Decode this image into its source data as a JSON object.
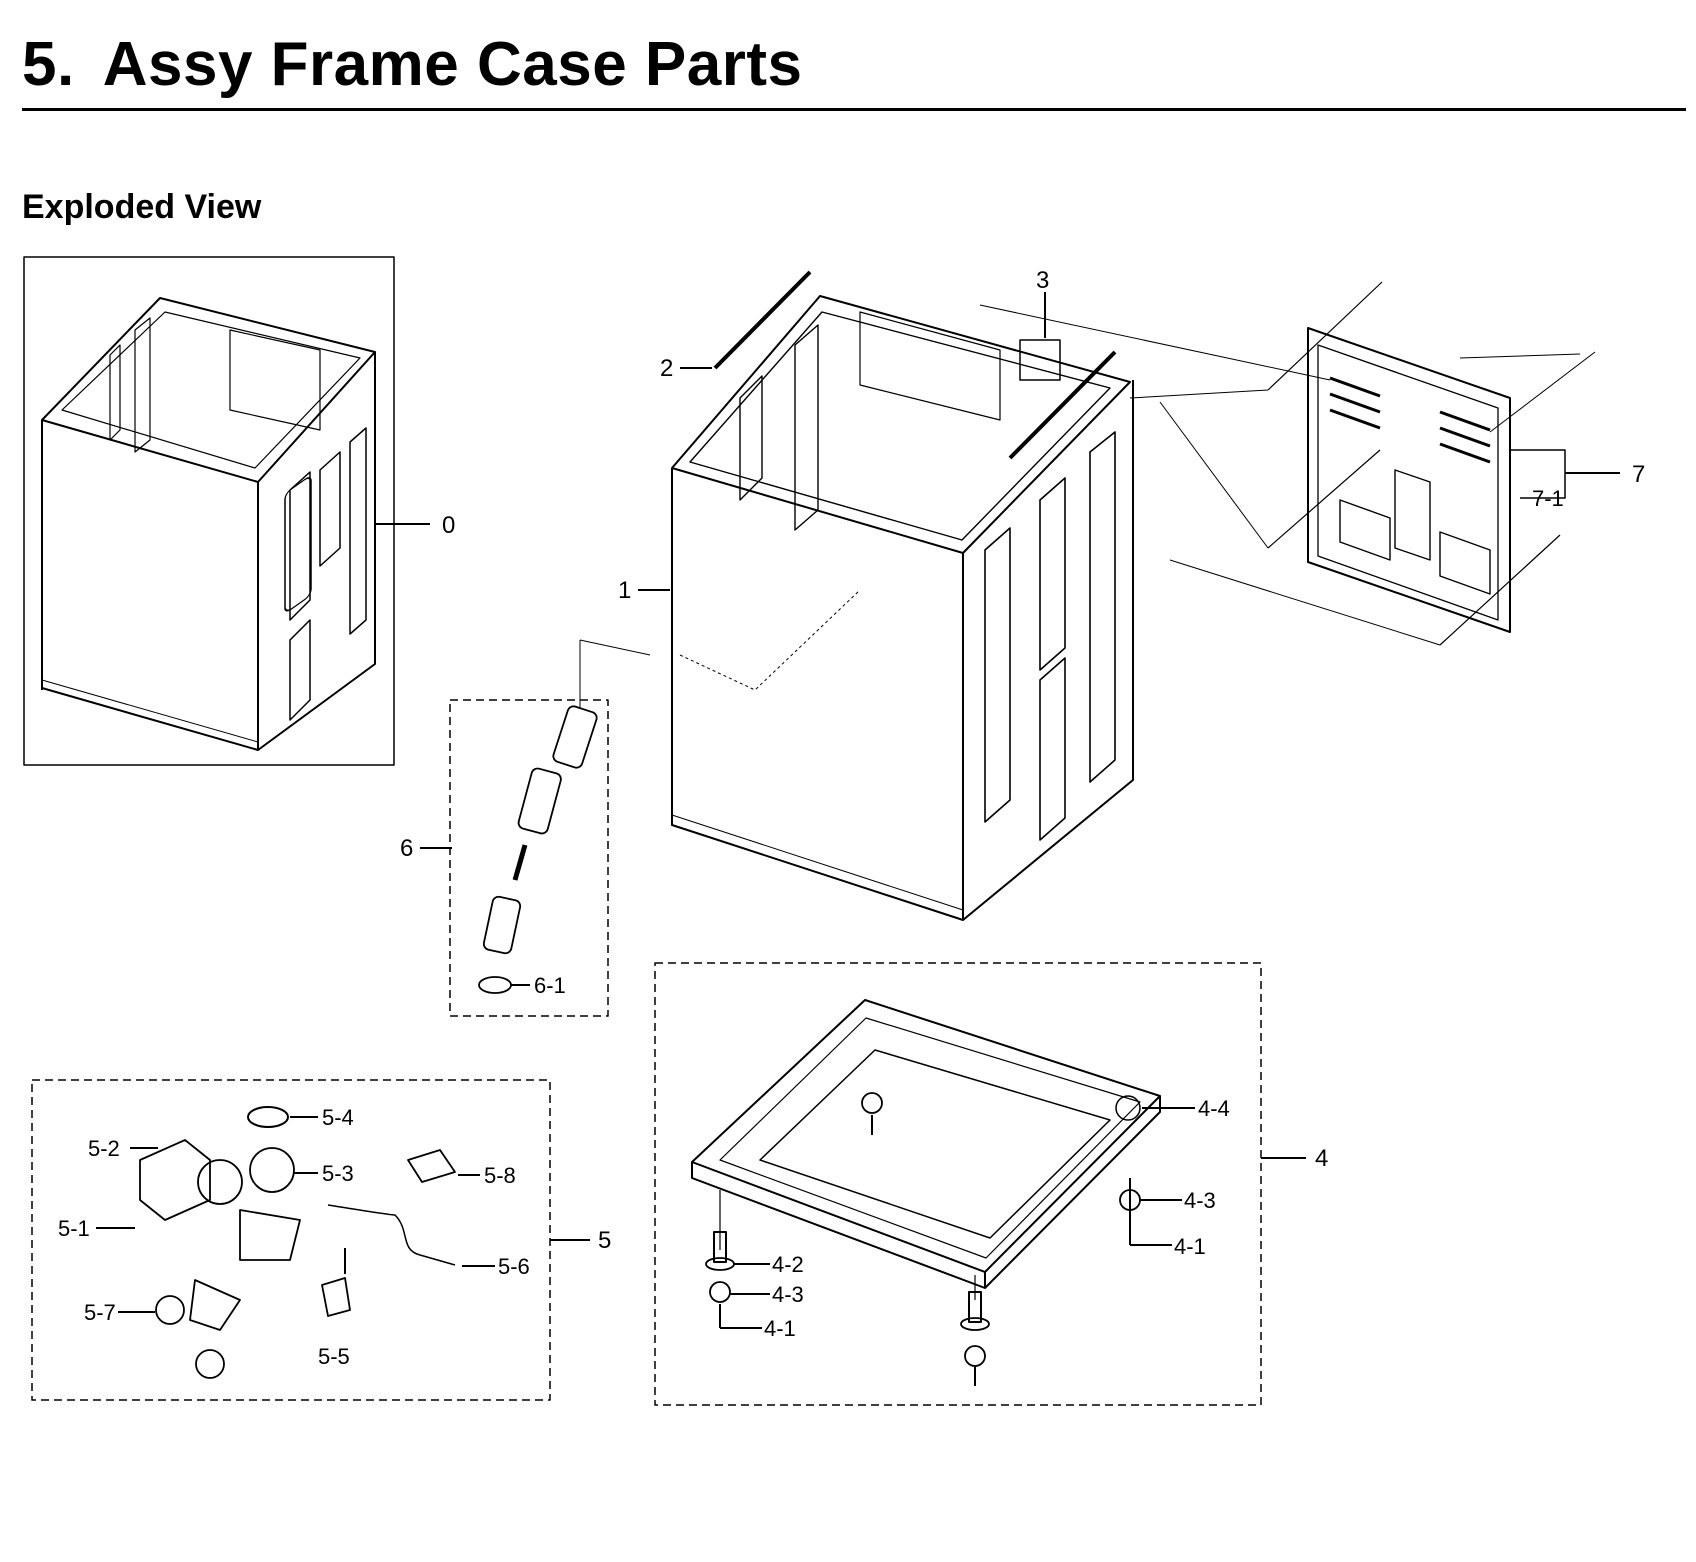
{
  "header": {
    "section_number": "5.",
    "title": "Assy Frame Case Parts",
    "subtitle": "Exploded View"
  },
  "callouts": {
    "c0": "0",
    "c1": "1",
    "c2": "2",
    "c3": "3",
    "c4": "4",
    "c4_1a": "4-1",
    "c4_1b": "4-1",
    "c4_2": "4-2",
    "c4_3a": "4-3",
    "c4_3b": "4-3",
    "c4_4": "4-4",
    "c5": "5",
    "c5_1": "5-1",
    "c5_2": "5-2",
    "c5_3": "5-3",
    "c5_4": "5-4",
    "c5_5": "5-5",
    "c5_6": "5-6",
    "c5_7": "5-7",
    "c5_8": "5-8",
    "c6": "6",
    "c6_1": "6-1",
    "c7": "7",
    "c7_1": "7-1"
  }
}
